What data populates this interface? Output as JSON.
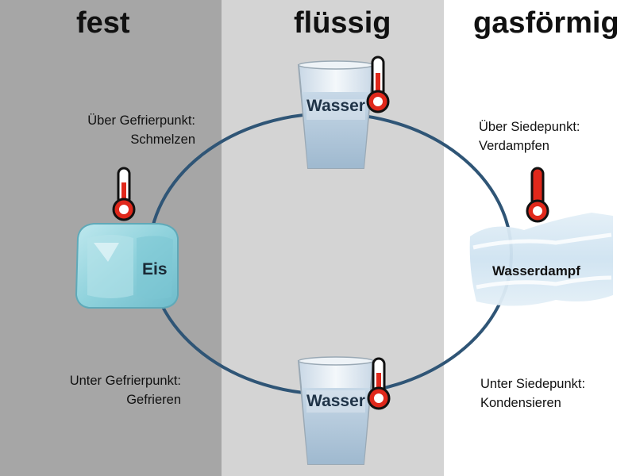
{
  "columns": {
    "solid": "fest",
    "liquid": "flüssig",
    "gas": "gasförmig"
  },
  "transitions": {
    "melting": {
      "condition": "Über Gefrierpunkt:",
      "process": "Schmelzen"
    },
    "evaporation": {
      "condition": "Über Siedepunkt:",
      "process": "Verdampfen"
    },
    "freezing": {
      "condition": "Unter Gefrierpunkt:",
      "process": "Gefrieren"
    },
    "condensation": {
      "condition": "Unter Siedepunkt:",
      "process": "Kondensieren"
    }
  },
  "states": {
    "top_glass": "Wasser",
    "bottom_glass": "Wasser",
    "ice": "Eis",
    "vapor": "Wasserdampf"
  },
  "colors": {
    "solid_bg": "#a6a6a6",
    "liquid_bg": "#d4d4d4",
    "gas_bg": "#ffffff",
    "cycle_line": "#2f5576",
    "thermometer_red": "#e0281b"
  }
}
